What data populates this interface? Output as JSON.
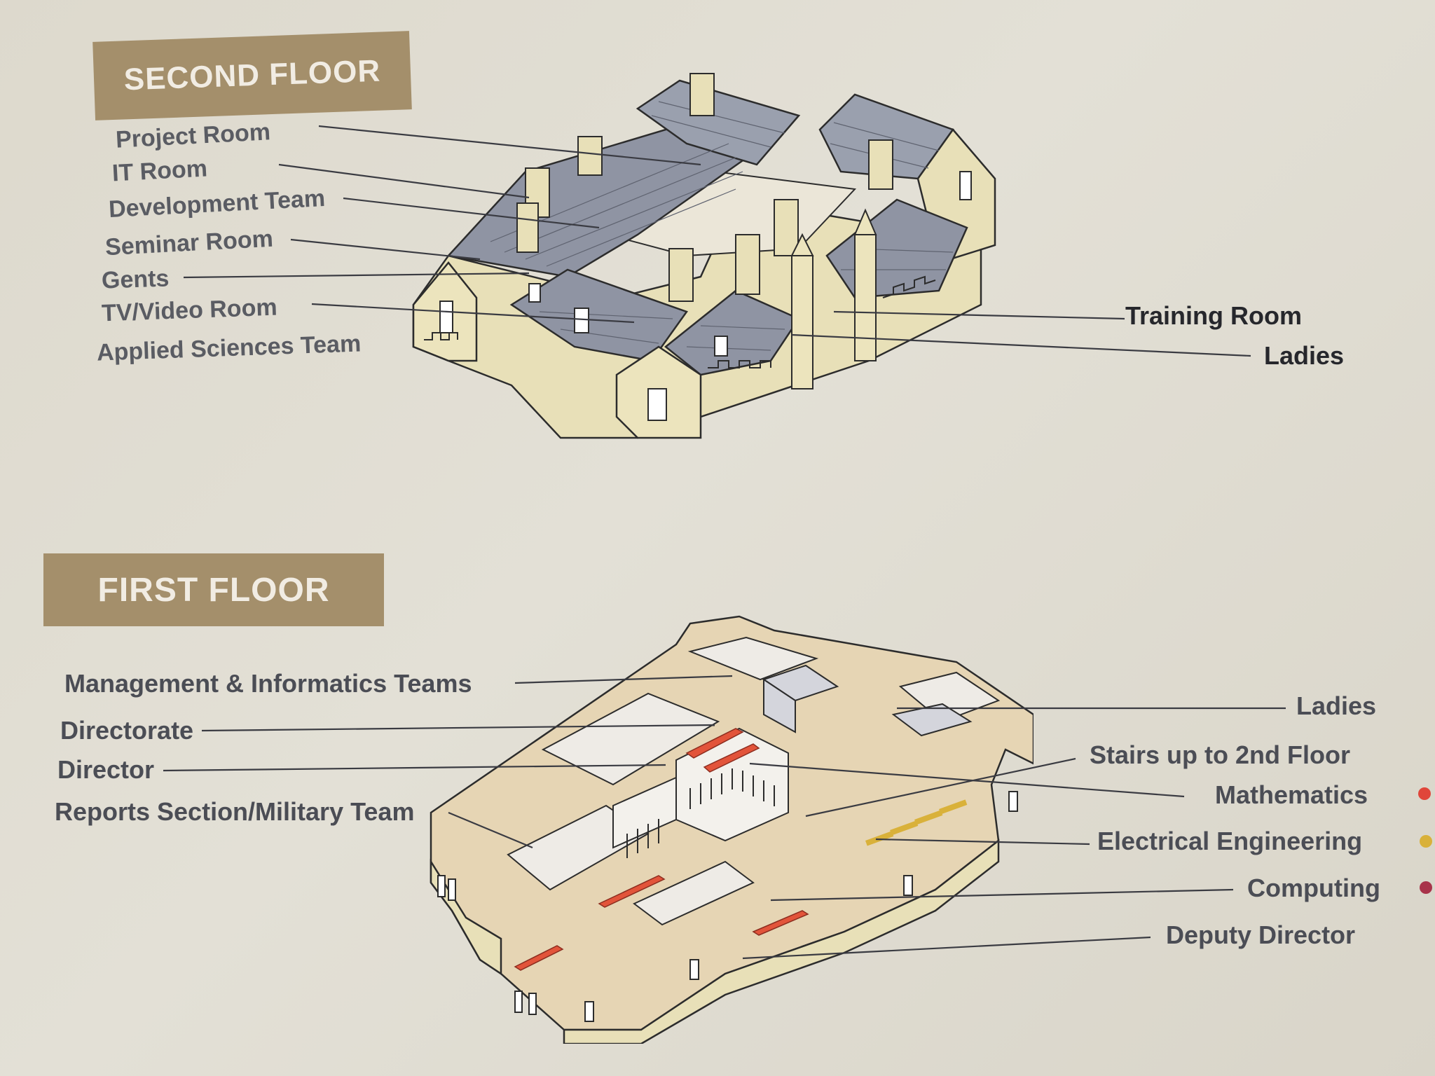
{
  "second_floor": {
    "title": "SECOND FLOOR",
    "left_labels": [
      "Project Room",
      "IT Room",
      "Development Team",
      "Seminar Room",
      "Gents",
      "TV/Video Room",
      "Applied Sciences Team"
    ],
    "right_labels": [
      "Training Room",
      "Ladies"
    ]
  },
  "first_floor": {
    "title": "FIRST FLOOR",
    "left_labels": [
      "Management & Informatics Teams",
      "Directorate",
      "Director",
      "Reports Section/Military Team"
    ],
    "right_labels": [
      "Ladies",
      "Stairs up to 2nd Floor",
      "Mathematics",
      "Electrical Engineering",
      "Computing",
      "Deputy Director"
    ],
    "legend_colors": {
      "Mathematics": "#e0463a",
      "Electrical Engineering": "#d9b13a",
      "Computing": "#a8334a"
    }
  },
  "colors": {
    "header_bg": "#a48f6b",
    "wall": "#e8e0b8",
    "roof": "#8f94a3",
    "floor": "#e6d5b4",
    "accent_red": "#e2543a"
  }
}
